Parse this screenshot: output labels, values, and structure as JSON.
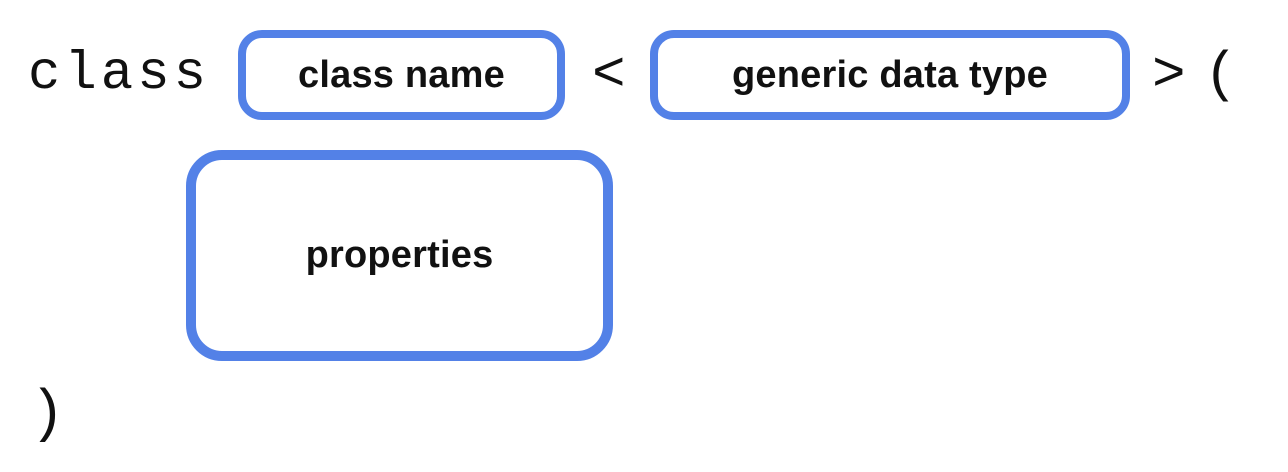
{
  "diagram": {
    "description": "class declaration syntax diagram",
    "keyword": "class",
    "open_angle": "<",
    "close_angle": ">",
    "open_paren": "(",
    "close_paren": ")",
    "boxes": {
      "class_name": "class name",
      "generic_data_type": "generic data type",
      "properties": "properties"
    },
    "colors": {
      "box_border": "#5381E7",
      "text": "#111111",
      "background": "#ffffff"
    }
  }
}
